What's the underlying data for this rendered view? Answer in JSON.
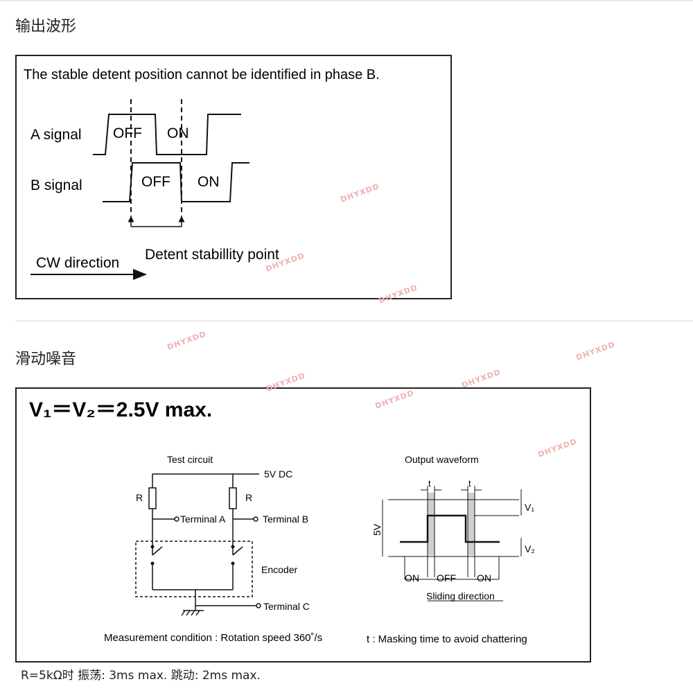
{
  "section1": {
    "title": "输出波形"
  },
  "section2": {
    "title": "滑动噪音"
  },
  "phase_diagram": {
    "caption": "The stable detent position cannot be identified in phase B.",
    "a_label": "A signal",
    "b_label": "B signal",
    "a_off": "OFF",
    "a_on": "ON",
    "b_off": "OFF",
    "b_on": "ON",
    "cw_label": "CW direction",
    "detent_label": "Detent stabillity point"
  },
  "noise_diagram": {
    "formula": "V₁＝V₂＝2.5V max.",
    "test_circuit_title": "Test circuit",
    "supply_label": "5V DC",
    "resistor_left": "R",
    "resistor_right": "R",
    "terminal_a": "Terminal A",
    "terminal_b": "Terminal B",
    "terminal_c": "Terminal C",
    "encoder_label": "Encoder",
    "output_title": "Output  waveform",
    "t_left": "t",
    "t_right": "t",
    "v1": "V₁",
    "v2": "V₂",
    "five_v": "5V",
    "on_left": "ON",
    "off_mid": "OFF",
    "on_right": "ON",
    "sliding": "Sliding direction",
    "measurement": "Measurement condition : Rotation speed 360˚/s",
    "masking": "t :  Masking time to avoid chattering"
  },
  "footer": "R=5kΩ时 振荡: 3ms max. 跳动: 2ms max.",
  "watermark": "DHYXDD"
}
